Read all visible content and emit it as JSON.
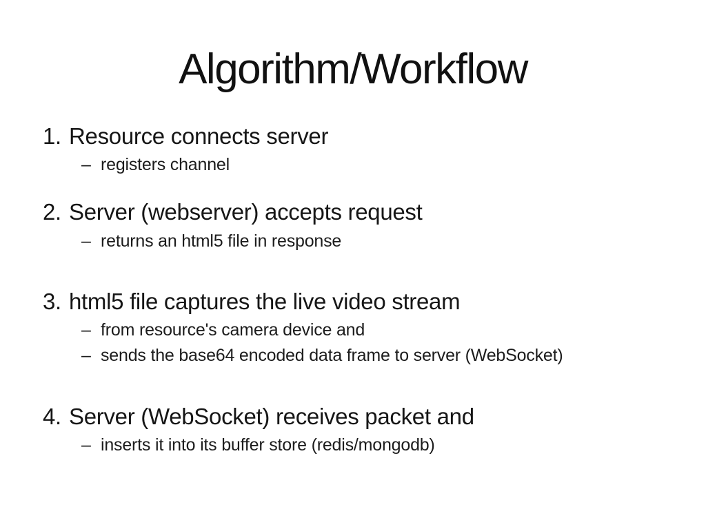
{
  "slide": {
    "title": "Algorithm/Workflow",
    "bullet_char": "–",
    "items": [
      {
        "number": "1.",
        "text": "Resource connects server",
        "subs": [
          "registers channel"
        ]
      },
      {
        "number": "2.",
        "text": "Server (webserver) accepts request",
        "subs": [
          "returns an html5 file in response"
        ]
      },
      {
        "number": "3.",
        "text": "html5 file captures the live video stream",
        "subs": [
          "from resource's camera device and",
          "sends the base64 encoded data frame to server (WebSocket)"
        ]
      },
      {
        "number": "4.",
        "text": "Server (WebSocket) receives packet and",
        "subs": [
          "inserts it into its buffer store (redis/mongodb)"
        ]
      }
    ],
    "colors": {
      "background": "#ffffff",
      "text": "#1a1a1a"
    }
  }
}
